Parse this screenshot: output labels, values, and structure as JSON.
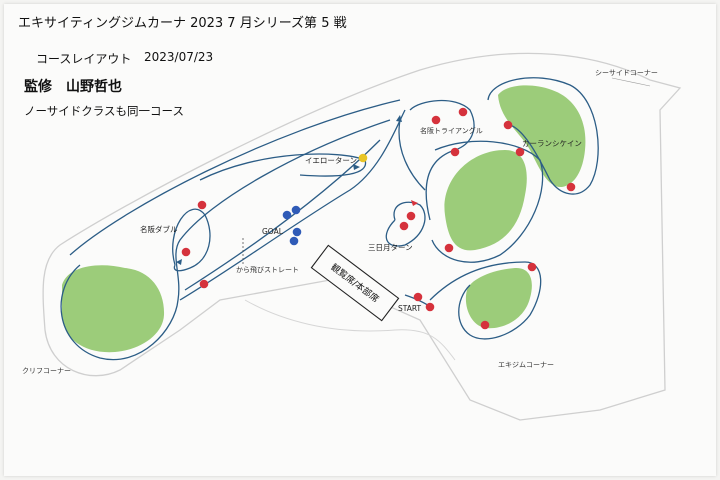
{
  "header": {
    "title": "エキサイティングジムカーナ 2023 7 月シリーズ第 5 戦",
    "subtitle": "コースレイアウト",
    "date": "2023/07/23",
    "supervisor": "監修　山野哲也",
    "note": "ノーサイドクラスも同一コース"
  },
  "map": {
    "labels": {
      "sea_side_corner": "シーサイドコーナー",
      "karan_sikain": "カーランシケイン",
      "meihan_triangle": "名阪トライアングル",
      "yellow_turn": "イエローターン",
      "meihan_double": "名阪ダブル",
      "goal": "GOAL",
      "mikazuki_turn": "三日月ターン",
      "kara_tobi_straight": "から飛びストレート",
      "booth": "観覧席/本部席",
      "start": "START",
      "cliff_corner": "クリフコーナー",
      "excite_corner": "エキジムコーナー"
    },
    "colors": {
      "grass": "#9ccc7a",
      "pylon_red": "#d5323c",
      "pylon_blue": "#2f5bb7",
      "pylon_yellow": "#e8c527",
      "route": "#2c5d86",
      "track_outline": "#c9c9c9"
    }
  }
}
